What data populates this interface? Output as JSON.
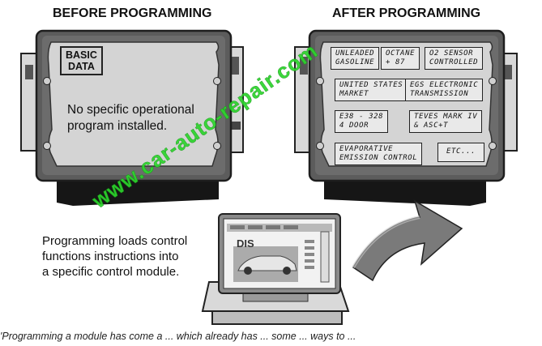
{
  "headings": {
    "before": "BEFORE PROGRAMMING",
    "after": "AFTER PROGRAMMING"
  },
  "before_module": {
    "badge_line1": "BASIC",
    "badge_line2": "DATA",
    "description_line1": "No specific operational",
    "description_line2": "program installed."
  },
  "after_module": {
    "labels": [
      {
        "line1": "UNLEADED",
        "line2": "GASOLINE"
      },
      {
        "line1": "OCTANE",
        "line2": "+ 87"
      },
      {
        "line1": "O2 SENSOR",
        "line2": "CONTROLLED"
      },
      {
        "line1": "UNITED STATES",
        "line2": "MARKET"
      },
      {
        "line1": "EGS ELECTRONIC",
        "line2": "TRANSMISSION"
      },
      {
        "line1": "E38 - 328",
        "line2": "4 DOOR"
      },
      {
        "line1": "TEVES MARK IV",
        "line2": "& ASC+T"
      },
      {
        "line1": "EVAPORATIVE",
        "line2": "EMISSION CONTROL"
      },
      {
        "line1": "ETC...",
        "line2": ""
      }
    ]
  },
  "programming_text": {
    "line1": "Programming loads control",
    "line2": "functions instructions into",
    "line3": "a specific control module."
  },
  "laptop": {
    "screen_title": "DIS"
  },
  "footer": {
    "partial_text": "'Programming a module has come a ... which already has ... some ... ways to ..."
  },
  "watermark": {
    "text": "www.car-auto-repair.com"
  },
  "colors": {
    "module_body": "#5c5c5c",
    "module_face": "#d4d4d4",
    "watermark": "#2cd52c"
  }
}
